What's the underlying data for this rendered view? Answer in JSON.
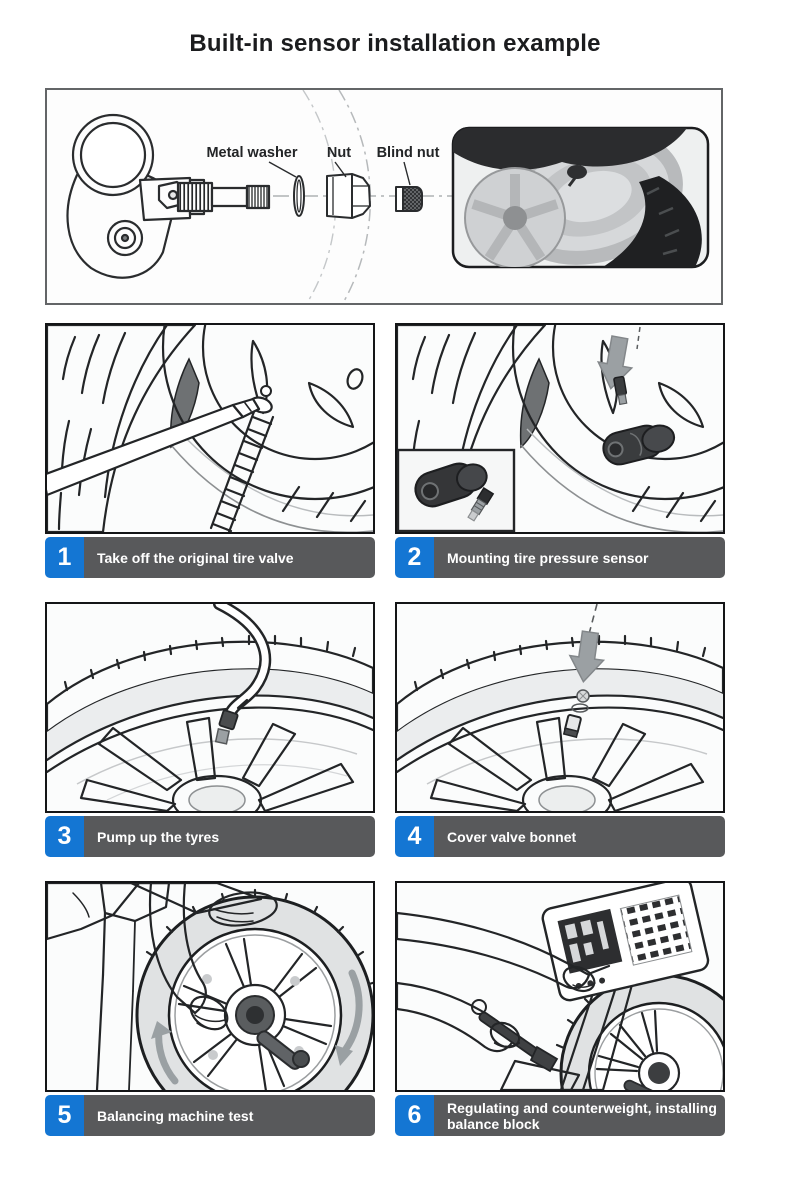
{
  "page": {
    "title": "Built-in sensor installation example"
  },
  "colors": {
    "accent_blue": "#1476d3",
    "caption_gray": "#58595b",
    "line_dark": "#232527",
    "arrow_gray": "#9ba0a3"
  },
  "parts_diagram": {
    "labels": [
      {
        "id": "metal-washer",
        "text": "Metal washer"
      },
      {
        "id": "nut",
        "text": "Nut"
      },
      {
        "id": "blind-nut",
        "text": "Blind nut"
      }
    ]
  },
  "steps": [
    {
      "number": "1",
      "caption": "Take off the original tire valve"
    },
    {
      "number": "2",
      "caption": "Mounting tire pressure sensor"
    },
    {
      "number": "3",
      "caption": "Pump up the tyres"
    },
    {
      "number": "4",
      "caption": "Cover valve bonnet"
    },
    {
      "number": "5",
      "caption": "Balancing machine test"
    },
    {
      "number": "6",
      "caption": "Regulating and counterweight, installing balance block"
    }
  ]
}
